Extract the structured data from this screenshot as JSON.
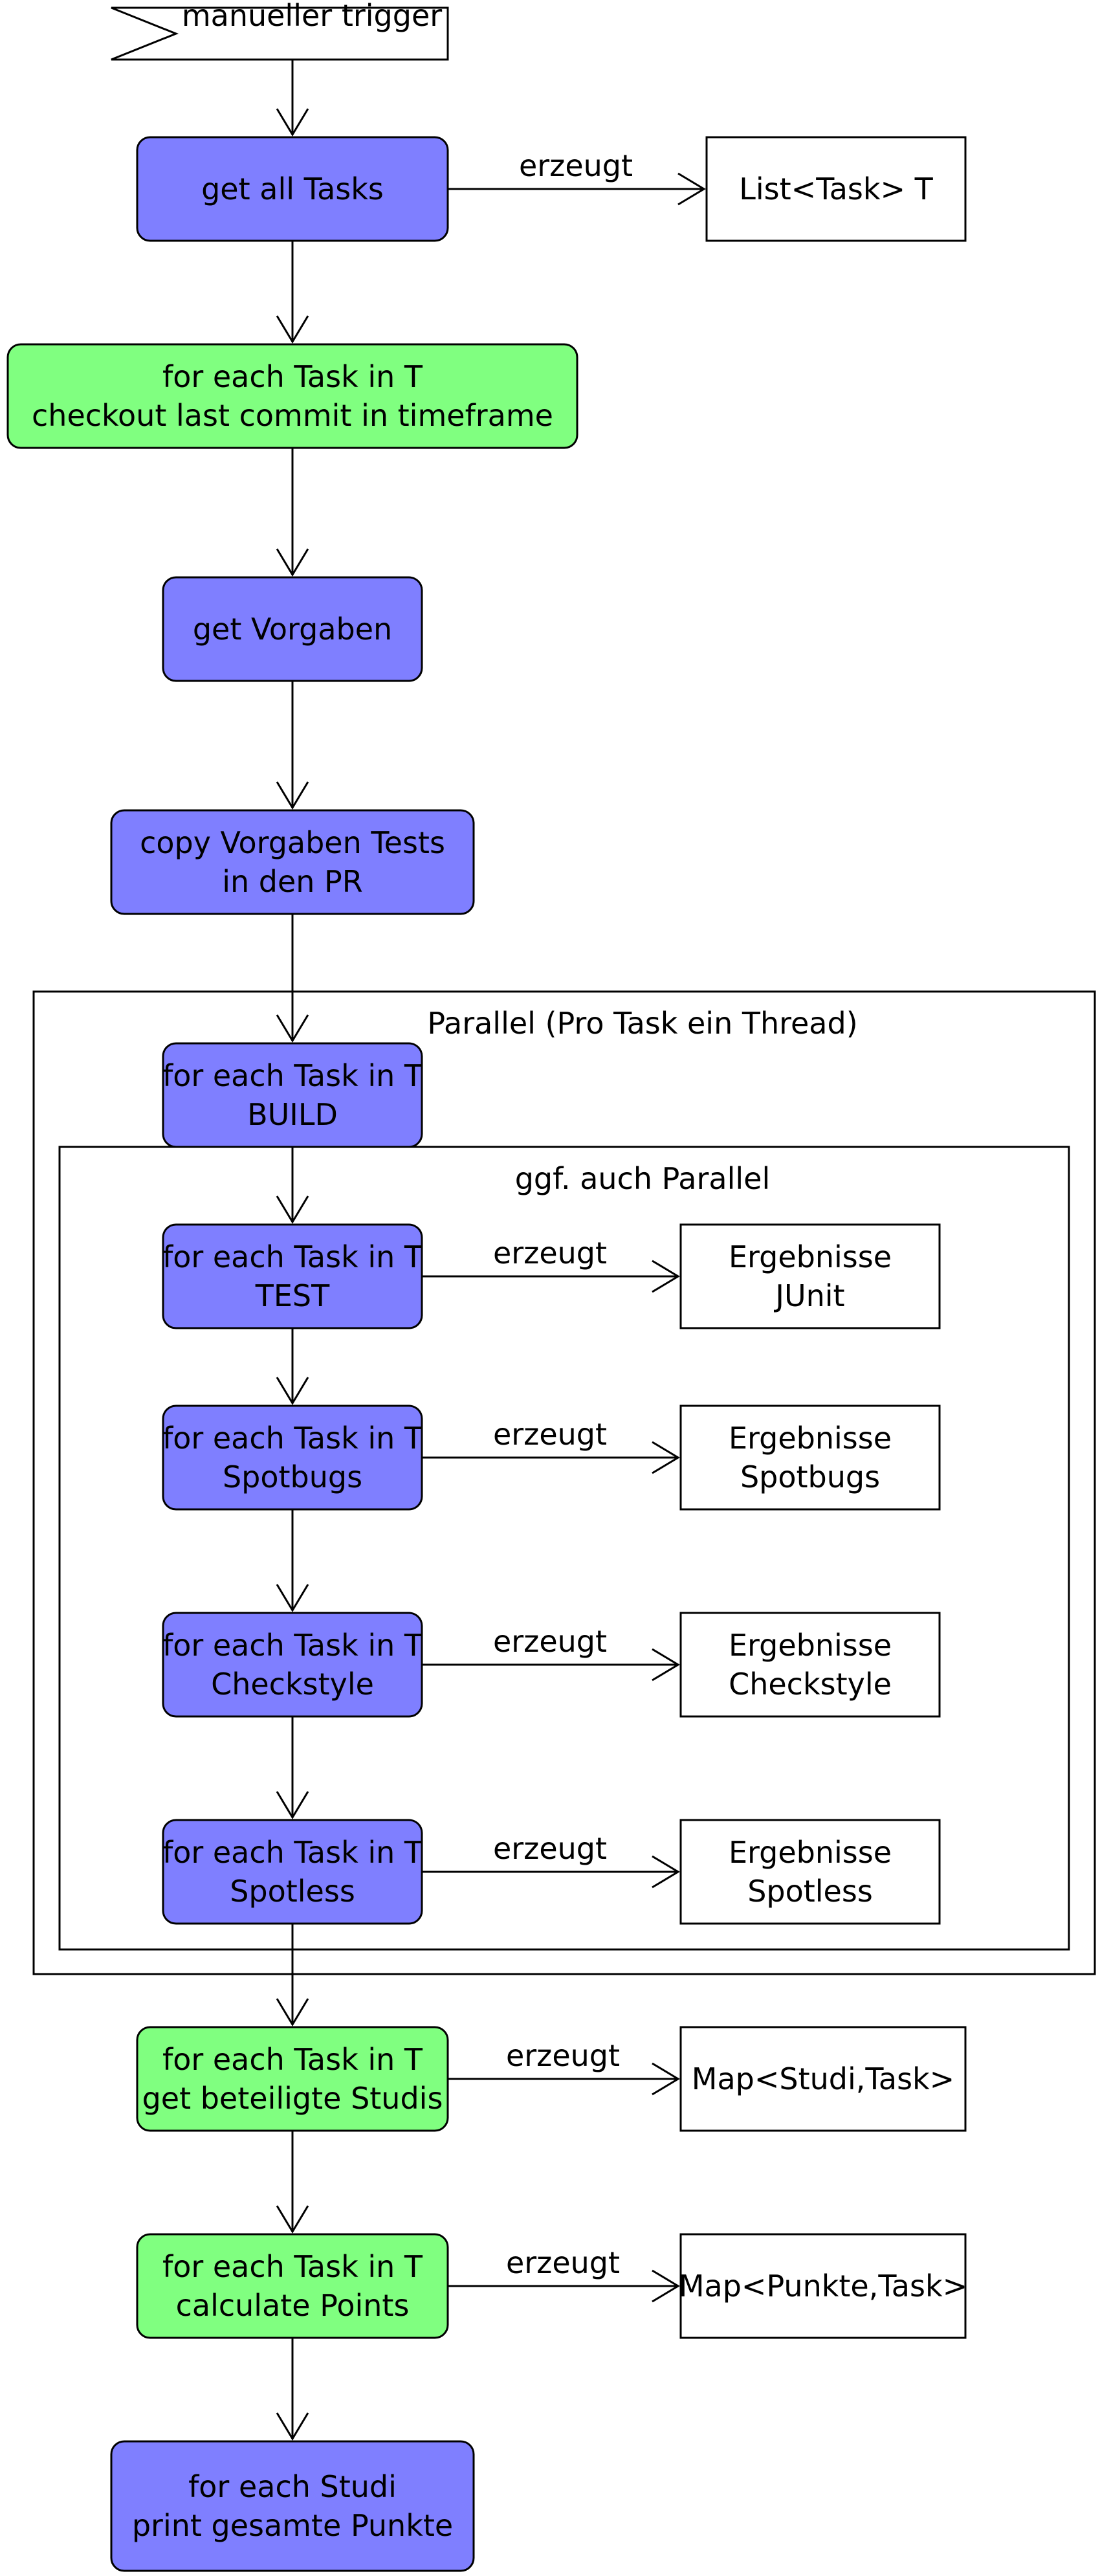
{
  "trigger": {
    "label": "manueller trigger"
  },
  "containers": {
    "parallel": {
      "label": "Parallel (Pro Task ein Thread)"
    },
    "optional_parallel": {
      "label": "ggf. auch Parallel"
    }
  },
  "nodes": {
    "get_all_tasks": {
      "lines": [
        "get all Tasks"
      ]
    },
    "checkout": {
      "lines": [
        "for each Task in T",
        "checkout last commit in timeframe"
      ]
    },
    "get_vorgaben": {
      "lines": [
        "get Vorgaben"
      ]
    },
    "copy_tests": {
      "lines": [
        "copy Vorgaben Tests",
        "in den PR"
      ]
    },
    "build": {
      "lines": [
        "for each Task in T",
        "BUILD"
      ]
    },
    "test": {
      "lines": [
        "for each Task in T",
        "TEST"
      ]
    },
    "spotbugs": {
      "lines": [
        "for each Task in T",
        "Spotbugs"
      ]
    },
    "checkstyle": {
      "lines": [
        "for each Task in T",
        "Checkstyle"
      ]
    },
    "spotless": {
      "lines": [
        "for each Task in T",
        "Spotless"
      ]
    },
    "get_studis": {
      "lines": [
        "for each Task in T",
        "get beteiligte Studis"
      ]
    },
    "calc_points": {
      "lines": [
        "for each Task in T",
        "calculate Points"
      ]
    },
    "print_points": {
      "lines": [
        "for each Studi",
        "print gesamte Punkte"
      ]
    }
  },
  "outputs": {
    "task_list": {
      "lines": [
        "List<Task> T"
      ]
    },
    "junit": {
      "lines": [
        "Ergebnisse",
        "JUnit"
      ]
    },
    "spotbugs": {
      "lines": [
        "Ergebnisse",
        "Spotbugs"
      ]
    },
    "checkstyle": {
      "lines": [
        "Ergebnisse",
        "Checkstyle"
      ]
    },
    "spotless": {
      "lines": [
        "Ergebnisse",
        "Spotless"
      ]
    },
    "studi_map": {
      "lines": [
        "Map<Studi,Task>"
      ]
    },
    "points_map": {
      "lines": [
        "Map<Punkte,Task>"
      ]
    }
  },
  "edge_label": "erzeugt",
  "colors": {
    "process_blue": "#7f7fff",
    "process_green": "#80ff80",
    "output_box": "#ffffff",
    "stroke": "#000000"
  }
}
